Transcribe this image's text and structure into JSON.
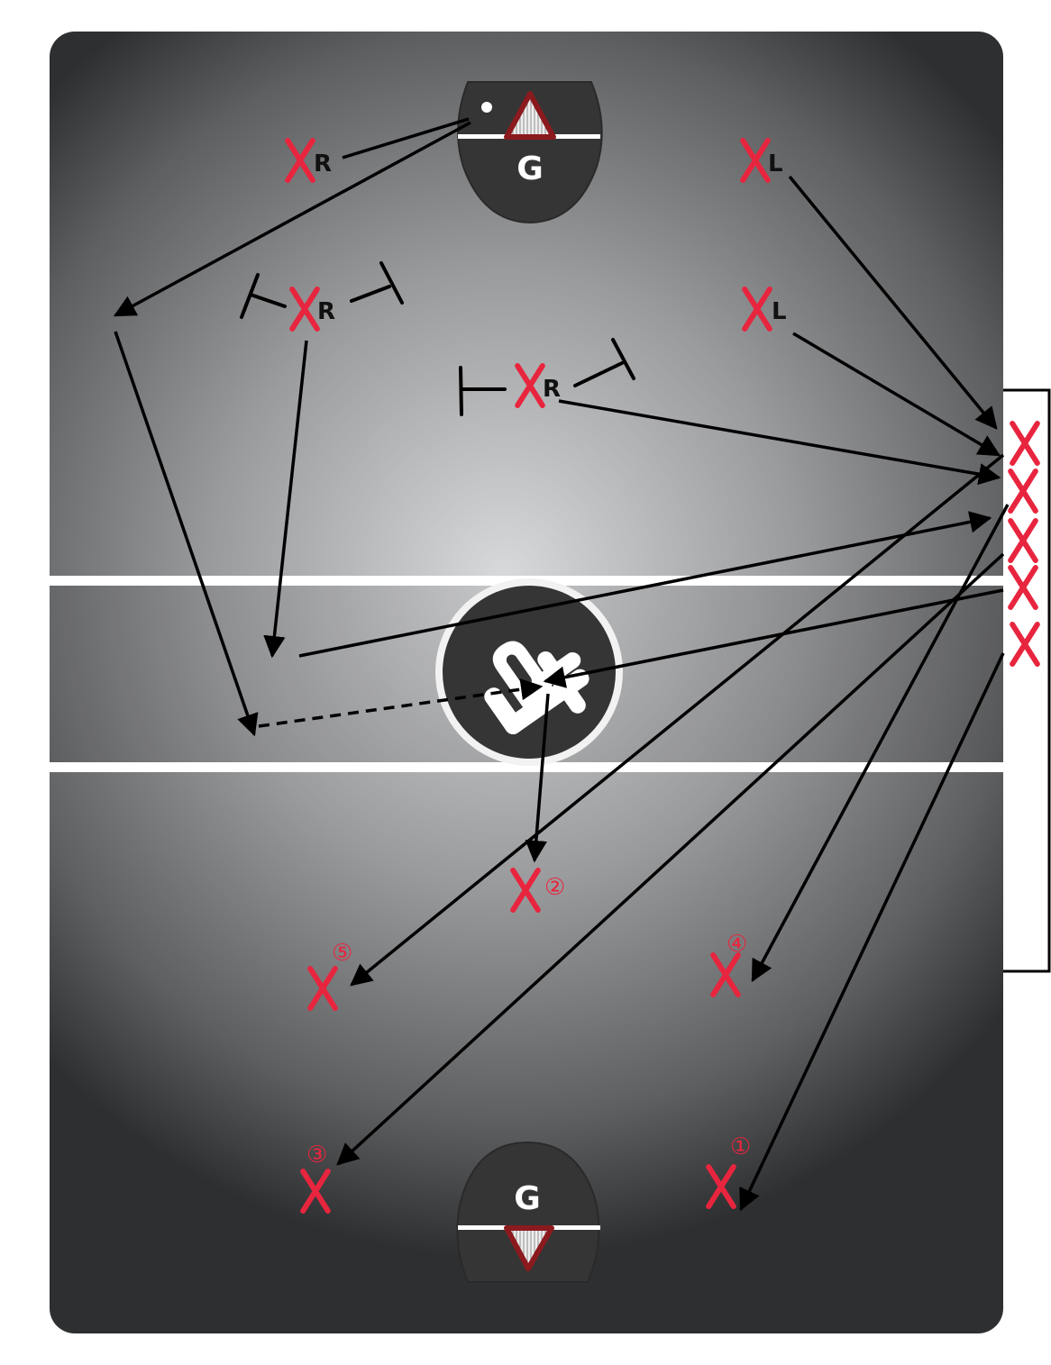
{
  "diagram": {
    "goals": {
      "top_label": "G",
      "bottom_label": "G"
    },
    "players": {
      "top_r": "R",
      "top_l": "L",
      "mid_r": "R",
      "mid_l": "L",
      "center_r": "R"
    },
    "numbered": [
      "①",
      "②",
      "③",
      "④",
      "⑤"
    ],
    "colors": {
      "x_mark": "#e8253e",
      "goal_triangle": "#8b1a1e",
      "crease": "#353535",
      "arrow": "#000000"
    }
  }
}
